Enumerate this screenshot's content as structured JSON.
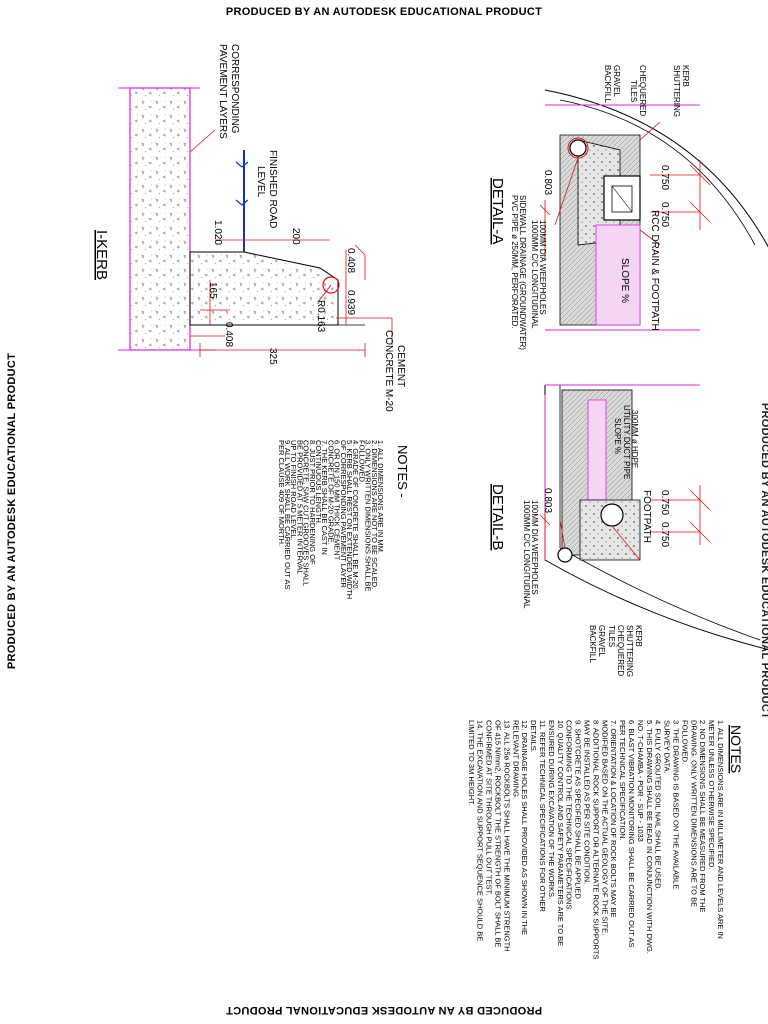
{
  "stamp": "PRODUCED BY AN AUTODESK EDUCATIONAL PRODUCT",
  "ikerb": {
    "title": "I-KERB",
    "cement_label": "CEMENT",
    "concrete_label": "CONCRETE M-20",
    "pavement_label_1": "CORRESPONDING",
    "pavement_label_2": "PAVEMENT LAYERS",
    "road_label_1": "FINISHED ROAD",
    "road_label_2": "LEVEL",
    "dim_200": "200",
    "dim_1020": "1.020",
    "dim_165": "165",
    "dim_325": "325",
    "dim_0408a": "0.408",
    "dim_0939": "0.939",
    "dim_0408b": "0.408",
    "radius": "R0.163"
  },
  "notes_center": {
    "heading": "NOTES -",
    "items": [
      "1.  ALL DIMENSIONS ARE IN MM.",
      "2.  DIMENSIONS ARE NOT TO BE SCALED.",
      "3.  ONLY WRITTEN DIMENSIONS SHALL BE",
      "     FOLLOWED.",
      "4.  GRADE OF CONCRETE SHALL BE M-20.",
      "5.  KERB SHALL REST ON EXTENDED WIDTH",
      "     OF CORRESPONDING PAVEMENT LAYER",
      "6.  OR ON 150 MM THICK CEMENT",
      "     CONCRETE OF M-20 GRADE.",
      "7.  THE KERB SHALL BE CAST IN",
      "     CONTINUOUS LENGTH.",
      "8.  JUST PRIOR TO HARDENING OF",
      "     CONCRETE, SAW CUT GROOVES SHALL",
      "     BE PROVIDED AT 5 METER INTERVAL",
      "     UP TO FINISH ROAD LEVEL.",
      "9.  ALL WORK SHALL BE CARRIED OUT AS",
      "     PER CLAUSE 409 OF MORTH."
    ]
  },
  "detail_a": {
    "title": "DETAIL-A",
    "kerb": "KERB",
    "shuttering": "SHUTTERING",
    "chequered": "CHEQUERED",
    "tiles": "TILES",
    "gravel": "GRAVEL",
    "backfill": "BACKFILL",
    "dim_0750a": "0.750",
    "dim_0750b": "0.750",
    "rcc": "RCC DRAIN & FOOTPATH",
    "slope": "SLOPE %",
    "dim_0803": "0.803",
    "weep_1": "100MM DIA WEEPHOLES",
    "weep_2": "1000MM C/C LONGITUDINAL",
    "sidewall_1": "SIDEWALL DRAINAGE (GROUNDWATER)",
    "sidewall_2": "PVC PIPE ø 250MM, PERFORATED."
  },
  "detail_b": {
    "title": "DETAIL-B",
    "kerb": "KERB",
    "shuttering": "SHUTTERING",
    "chequered": "CHEQUERED",
    "tiles": "TILES",
    "gravel": "GRAVEL",
    "backfill": "BACKFILL",
    "dim_0750a": "0.750",
    "dim_0750b": "0.750",
    "footpath": "FOOTPATH",
    "hdpe_1": "300MM ø HDPE",
    "hdpe_2": "UTILITY DUCT PIPE",
    "slope": "SLOPE %",
    "dim_0803": "0.803",
    "weep_1": "100MM DIA WEEPHOLES",
    "weep_2": "1000MM C/C LONGITUDINAL"
  },
  "notes_right": {
    "heading": "NOTES",
    "items": [
      "1.  ALL DIMENSIONS ARE IN MILLIMETER AND LEVELS ARE IN",
      "     METER UNLESS OTHERWISE SPECIFIED.",
      "2.  NO DIMENSIONS SHALL BE MEASURED FROM THE",
      "     DRAWING. ONLY WRITTEN DIMENSIONS ARE TO BE",
      "     FOLLOWED.",
      "3.  THE DRAWING IS BASED ON THE AVAILABLE",
      "     SURVEY DATA.",
      "4.  FULLY GROUTED SOIL NAIL SHALL BE USED.",
      "5.  THIS DRAWING SHALL BE READ IN CONJUNCTION WITH DWG.",
      "     NO. T-CHAMBA - POR - SUP - 1033",
      "6.  BLAST VIBRATION MONITORING SHALL BE CARRIED OUT AS",
      "     PER TECHNICAL SPECIFICATION.",
      "7.  ORIENTATION & LOCATION OF ROCK BOLTS MAY BE",
      "     MODIFIED BASED ON THE ACTUAL GEOLOGY OF THE SITE.",
      "8.  ADDITIONAL ROCK SUPPORT OR ALTERNATE ROCK SUPPORTS",
      "     MAY BE INSTALLED AS PER SITE CONDITION.",
      "9.  SHOTCRETE AS SPECIFIED SHALL BE APPLIED",
      "     CONFORMING TO THE TECHNICAL SPECIFICATIONS.",
      "10. QUALITY CONTROL AND SAFETY PARAMETERS ARE TO BE",
      "     ENSURED DURING EXCAVATION OF THE WORKS.",
      "11. REFER TECHNICAL SPECIFICATIONS FOR OTHER",
      "     DETAILS.",
      "12. DRAINAGE HOLES SHALL PROVIDED AS SHOWN IN THE",
      "     RELEVANT DRAWING.",
      "13. ALL 25ø ROCKBOLTS SHALL HAVE THE MINIMUM STRENGTH",
      "     OF 415 N/mm2, ROCKBOLT THE STRENGTH OF BOLT SHALL BE",
      "     CONFIRMED AT SITE THROUGH PULL OUT TEST.",
      "14. THE EXCAVATION AND SUPPORT SEQUENCE SHOULD BE",
      "     LIMITED TO 3M HEIGHT."
    ]
  },
  "colors": {
    "magenta": "#e020e0",
    "red": "#e01010",
    "blue": "#1030d0",
    "hatch": "#9a9a9a"
  }
}
